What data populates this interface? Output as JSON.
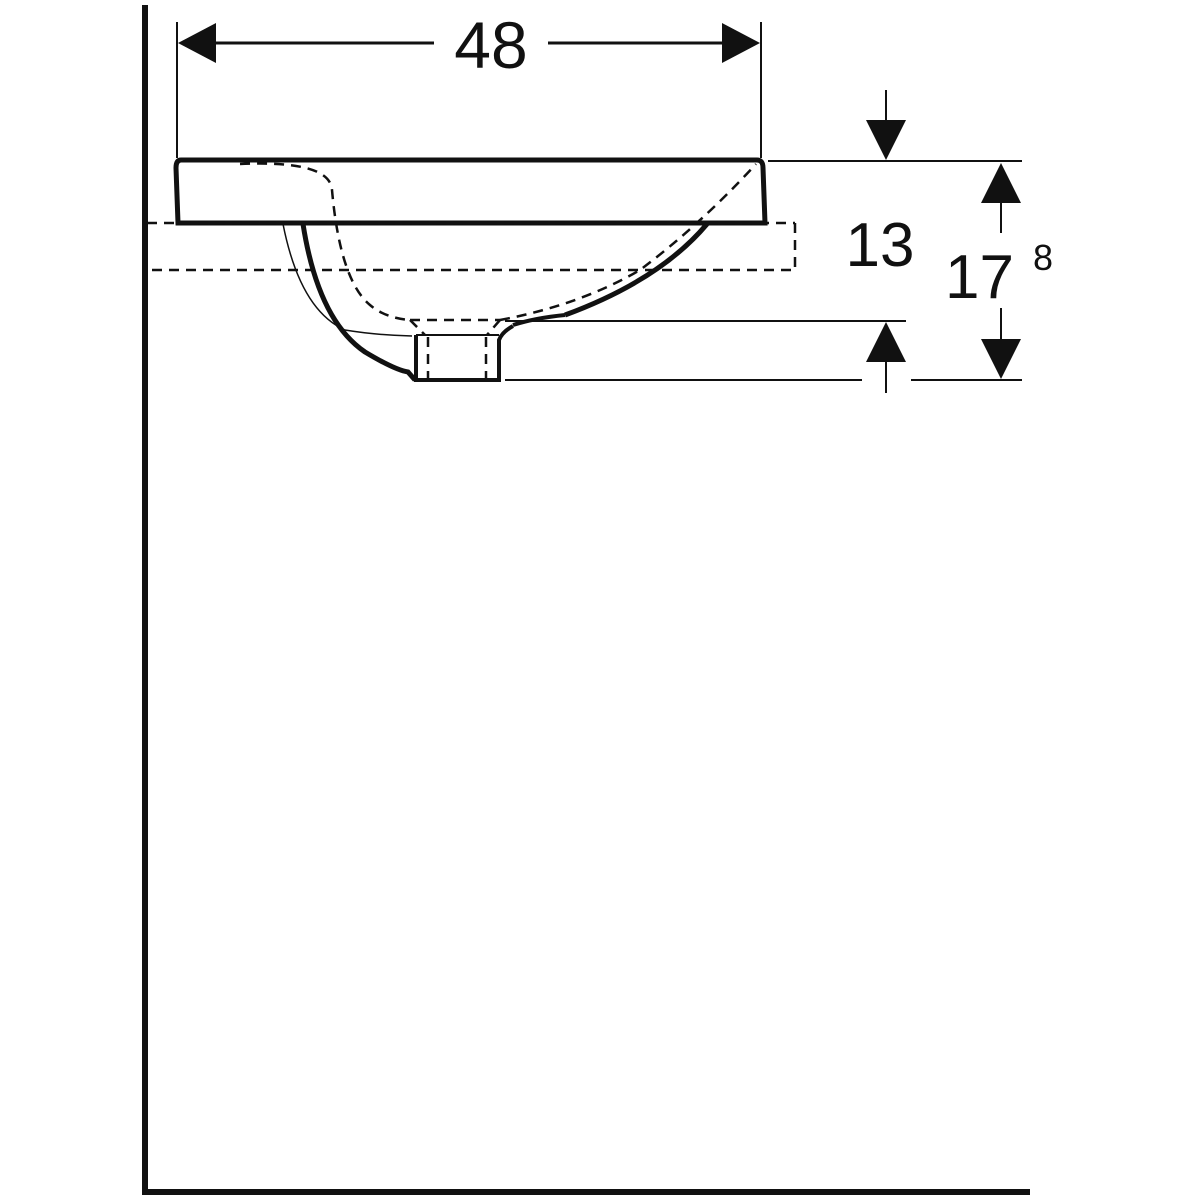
{
  "drawing": {
    "type": "technical dimension drawing",
    "subject": "countertop washbasin side view",
    "stroke_color": "#111111",
    "background": "#ffffff"
  },
  "dimensions": {
    "width": {
      "label": "48",
      "orientation": "horizontal"
    },
    "rim_height": {
      "label": "13",
      "orientation": "vertical"
    },
    "total_height": {
      "main": "17",
      "superscript": "8",
      "orientation": "vertical"
    }
  },
  "icons": {
    "arrow_left": "arrow-left-icon",
    "arrow_right": "arrow-right-icon",
    "arrow_down": "arrow-down-icon",
    "arrow_up": "arrow-up-icon"
  }
}
